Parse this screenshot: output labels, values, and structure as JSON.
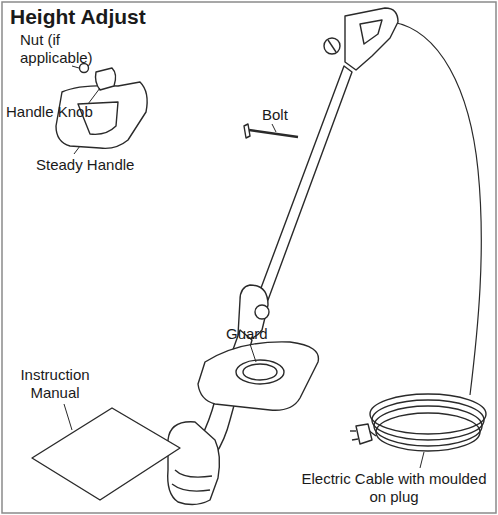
{
  "diagram": {
    "title": "Height Adjust",
    "labels": [
      "Nut (if applicable)",
      "Handle Knob",
      "Steady Handle",
      "Bolt",
      "Guard",
      "Instruction Manual",
      "Electric Cable with moulded on plug"
    ]
  }
}
